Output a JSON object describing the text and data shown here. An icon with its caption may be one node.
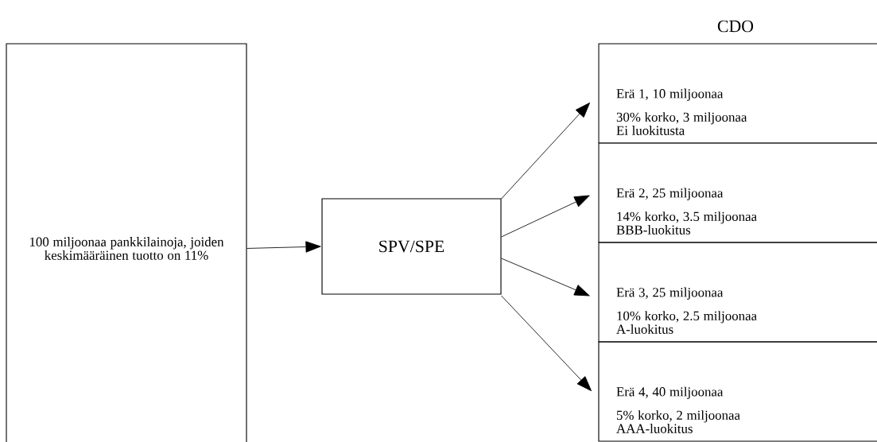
{
  "diagram": {
    "nodes": [
      {
        "text": [
          "100 miljoonaa pankkilainoja, joiden keskimääräinen tuotto on 11%"
        ]
      },
      {
        "text": [
          "SPV/SPE"
        ]
      },
      {
        "text": [
          "Erä 1, 10 miljoonaa",
          "30% korko, 3 miljoonaa",
          "Ei luokitusta"
        ]
      },
      {
        "text": [
          "Erä 2, 25 miljoonaa",
          "14% korko, 3.5 miljoonaa",
          "BBB-luokitus"
        ]
      },
      {
        "text": [
          "Erä 3, 25 miljoonaa",
          "10% korko, 2.5 miljoonaa",
          "A-luokitus"
        ]
      },
      {
        "text": [
          "Erä 4, 40 miljoonaa",
          "5% korko, 2 miljoonaa",
          "AAA-luokitus"
        ]
      }
    ],
    "edges": [
      {
        "from": 0,
        "to": 1,
        "arrow": "to"
      },
      {
        "from": 1,
        "to": 2,
        "arrow": "to"
      },
      {
        "from": 1,
        "to": 3,
        "arrow": "to"
      },
      {
        "from": 1,
        "to": 4,
        "arrow": "to"
      },
      {
        "from": 1,
        "to": 5,
        "arrow": "to"
      }
    ],
    "labels": [
      "CDO"
    ]
  }
}
